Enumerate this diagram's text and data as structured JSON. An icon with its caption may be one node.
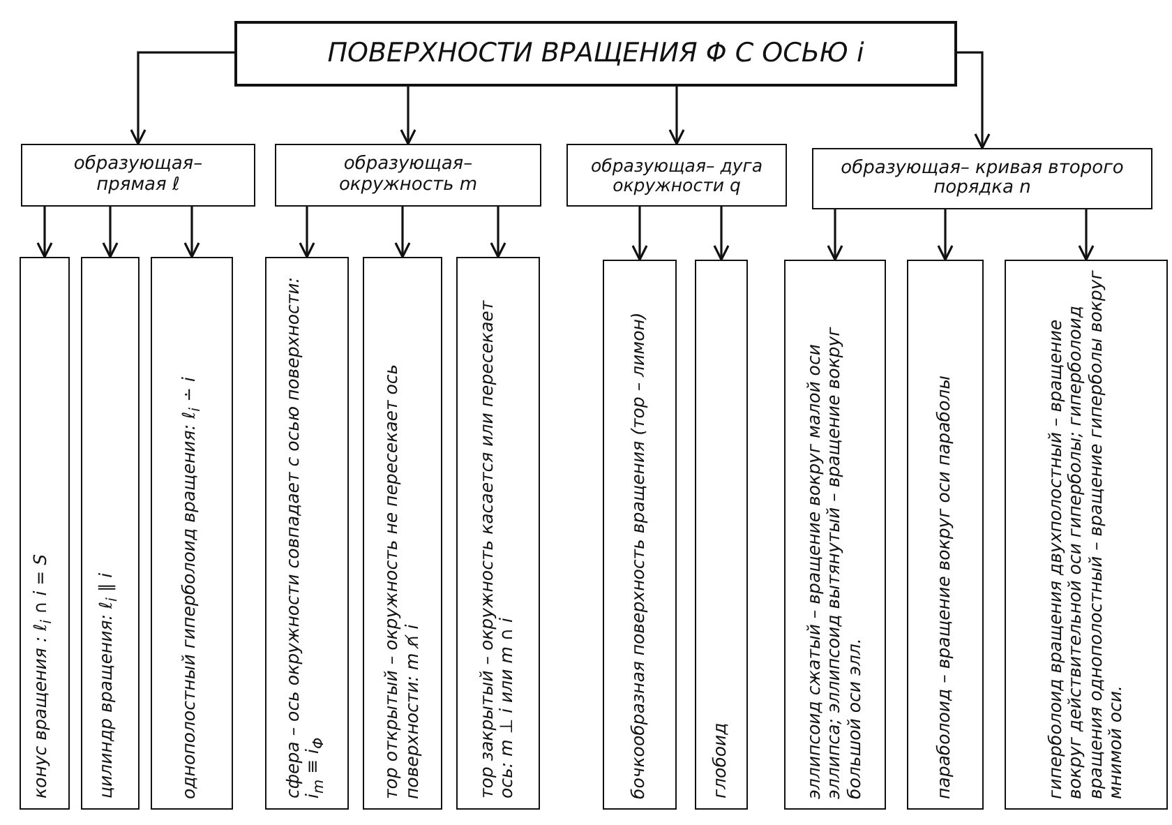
{
  "diagram": {
    "nodes": [
      {
        "text": [
          "ПОВЕРХНОСТИ ВРАЩЕНИЯ Φ С ОСЬЮ i"
        ]
      },
      {
        "text": [
          "образующая– прямая ℓ"
        ]
      },
      {
        "text": [
          "образующая– окружность m"
        ]
      },
      {
        "text": [
          "образующая– дуга окружности q"
        ]
      },
      {
        "text": [
          "образующая– кривая второго порядка n"
        ]
      },
      {
        "text": [
          "конус вращения : ℓ$_{i}$ ∩ i = S"
        ]
      },
      {
        "text": [
          "цилиндр вращения: ℓ$_{i}$ ∥ i"
        ]
      },
      {
        "text": [
          "однополостный гиперболоид вращения: ℓ$_{i}$ ∸ i"
        ]
      },
      {
        "text": [
          "сфера – ось окружности совпадает с осью поверхности: i$_{m}$ ≡ i$_{Φ}$"
        ]
      },
      {
        "text": [
          "тор открытый – окружность не пересекает ось поверхности: m ∩̸ i"
        ]
      },
      {
        "text": [
          "тор закрытый – окружность касается или пересекает ось: m ⊥ i или m ∩ i"
        ]
      },
      {
        "text": [
          "бочкообразная поверхность вращения (тор – лимон)"
        ]
      },
      {
        "text": [
          "глобоид"
        ]
      },
      {
        "text": [
          "эллипсоид сжатый – вращение вокруг малой оси эллипса; эллипсоид вытянутый – вращение вокруг большой оси элл."
        ]
      },
      {
        "text": [
          "параболоид – вращение вокруг оси параболы"
        ]
      },
      {
        "text": [
          "гиперболоид вращения двухполостный – вращение вокруг действительной оси гиперболы; гиперболоид вращения однополостный – вращение гиперболы вокруг мнимой оси."
        ]
      }
    ],
    "edges": [
      {
        "from": 0,
        "to": 1,
        "arrow": "to"
      },
      {
        "from": 0,
        "to": 2,
        "arrow": "to"
      },
      {
        "from": 0,
        "to": 3,
        "arrow": "to"
      },
      {
        "from": 0,
        "to": 4,
        "arrow": "to"
      },
      {
        "from": 1,
        "to": 5,
        "arrow": "to"
      },
      {
        "from": 1,
        "to": 6,
        "arrow": "to"
      },
      {
        "from": 1,
        "to": 7,
        "arrow": "to"
      },
      {
        "from": 2,
        "to": 8,
        "arrow": "to"
      },
      {
        "from": 2,
        "to": 9,
        "arrow": "to"
      },
      {
        "from": 2,
        "to": 10,
        "arrow": "to"
      },
      {
        "from": 3,
        "to": 11,
        "arrow": "to"
      },
      {
        "from": 3,
        "to": 12,
        "arrow": "to"
      },
      {
        "from": 4,
        "to": 13,
        "arrow": "to"
      },
      {
        "from": 4,
        "to": 14,
        "arrow": "to"
      },
      {
        "from": 4,
        "to": 15,
        "arrow": "to"
      }
    ]
  }
}
